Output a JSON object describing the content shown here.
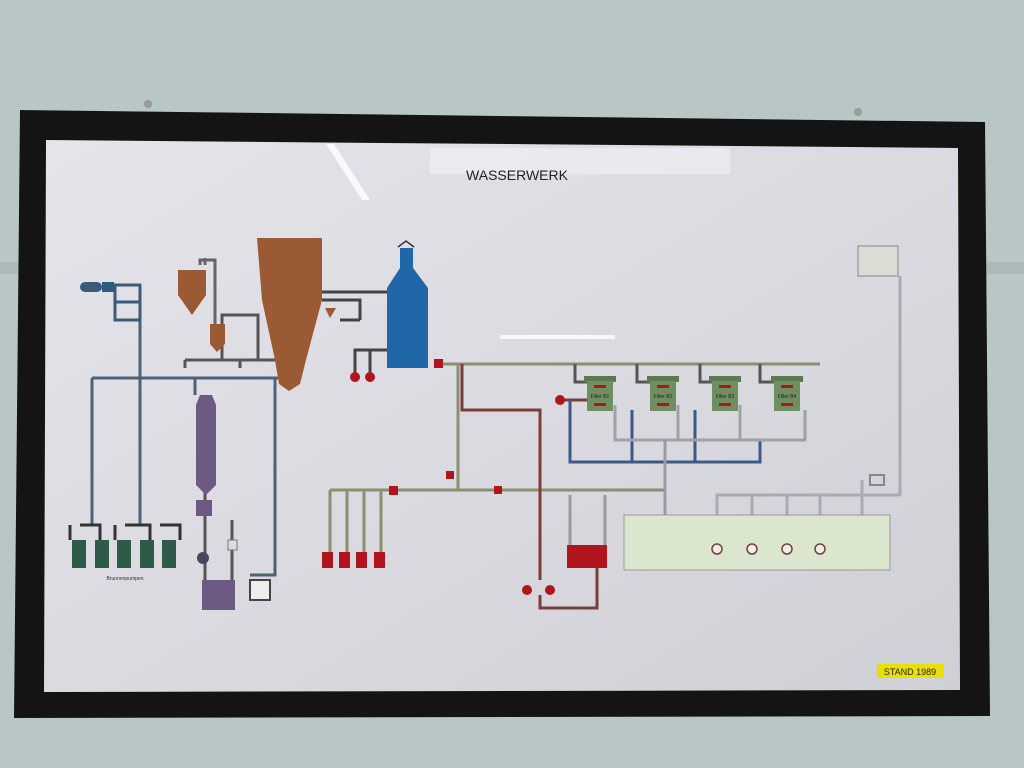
{
  "board": {
    "title": "WASSERWERK",
    "stand_label": "STAND 1989",
    "well_pumps_label": "Brunnenpumpen",
    "filters": [
      {
        "label": "Filter B1"
      },
      {
        "label": "Filter B2"
      },
      {
        "label": "Filter B3"
      },
      {
        "label": "Filter B4"
      }
    ]
  },
  "colors": {
    "wall": "#b9c6c6",
    "frame": "#141414",
    "board": "#d9d9df",
    "silo_brown": "#9a5a34",
    "tank_blue": "#1f67a6",
    "filter_green": "#6f8f62",
    "valve_red": "#b0141c",
    "basin_green": "#dbe6cf",
    "purple": "#6c5a82",
    "stand_yellow": "#e8e000"
  }
}
